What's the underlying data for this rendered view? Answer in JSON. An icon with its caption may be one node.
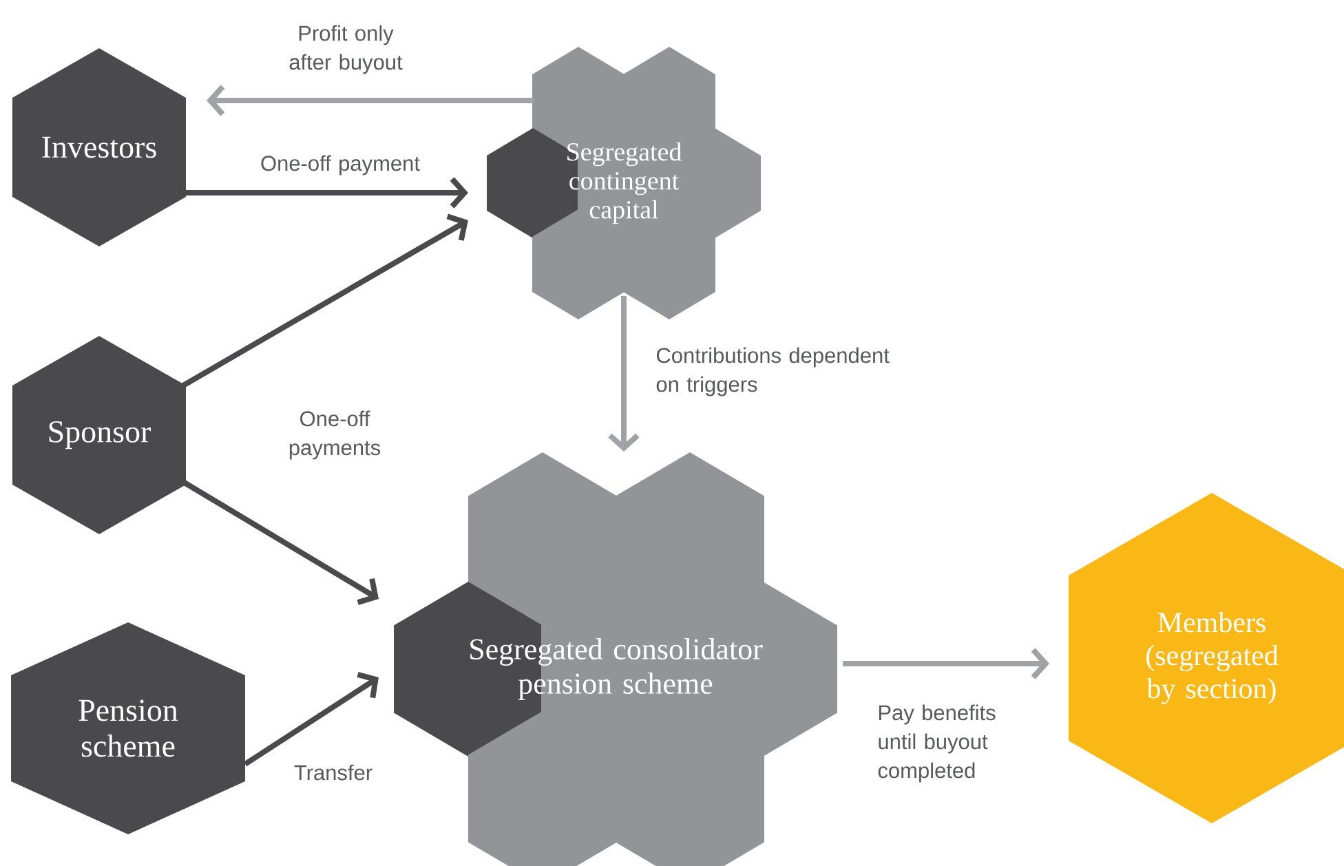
{
  "diagram": {
    "nodes": [
      {
        "text": [
          "Investors"
        ]
      },
      {
        "text": [
          "Segregated contingent capital"
        ]
      },
      {
        "text": [
          "Sponsor"
        ]
      },
      {
        "text": [
          "Pension scheme"
        ]
      },
      {
        "text": [
          "Segregated consolidator pension scheme"
        ]
      },
      {
        "text": [
          "Members (segregated by section)"
        ]
      }
    ],
    "edges": [
      {
        "from": 1,
        "to": 0,
        "arrow": "to",
        "label": "Profit only after buyout",
        "color": "#a1a2a5"
      },
      {
        "from": 0,
        "to": 1,
        "arrow": "to",
        "label": "One-off payment"
      },
      {
        "from": 2,
        "to": 1,
        "arrow": "to"
      },
      {
        "from": 2,
        "to": 4,
        "arrow": "to",
        "label": "One-off payments"
      },
      {
        "from": 3,
        "to": 4,
        "arrow": "to",
        "label": "Transfer"
      },
      {
        "from": 1,
        "to": 4,
        "arrow": "to",
        "label": "Contributions dependent on triggers",
        "color": "#a1a2a5"
      },
      {
        "from": 4,
        "to": 5,
        "arrow": "to",
        "label": "Pay benefits until buyout completed",
        "color": "#a1a2a5"
      }
    ]
  }
}
